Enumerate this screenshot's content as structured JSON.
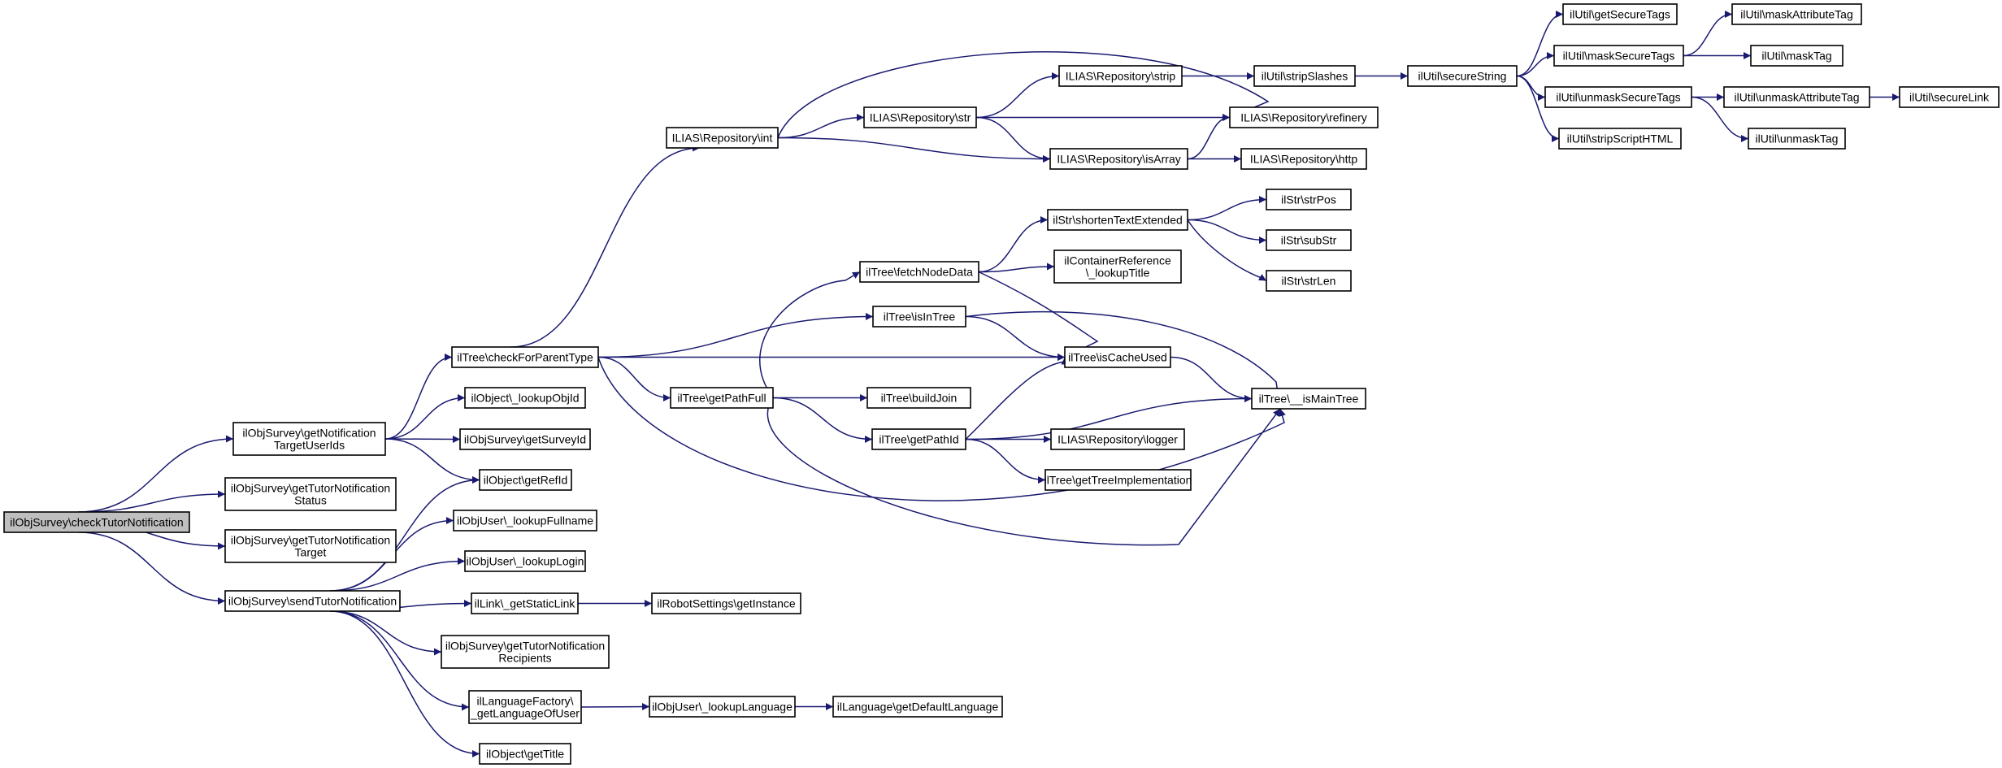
{
  "colors": {
    "edge": "#191970",
    "root_fill": "#bfbfbf",
    "node_fill": "#ffffff",
    "border": "#000000"
  },
  "nodes": [
    {
      "id": "root",
      "lines": [
        "ilObjSurvey\\checkTutorNotification"
      ],
      "root": true
    },
    {
      "id": "getNotifTarget",
      "lines": [
        "ilObjSurvey\\getNotification",
        "TargetUserIds"
      ]
    },
    {
      "id": "getTutorStatus",
      "lines": [
        "ilObjSurvey\\getTutorNotification",
        "Status"
      ]
    },
    {
      "id": "getTutorTarget",
      "lines": [
        "ilObjSurvey\\getTutorNotification",
        "Target"
      ]
    },
    {
      "id": "sendTutor",
      "lines": [
        "ilObjSurvey\\sendTutorNotification"
      ]
    },
    {
      "id": "checkParent",
      "lines": [
        "ilTree\\checkForParentType"
      ]
    },
    {
      "id": "lookupObjId",
      "lines": [
        "ilObject\\_lookupObjId"
      ]
    },
    {
      "id": "getSurveyId",
      "lines": [
        "ilObjSurvey\\getSurveyId"
      ]
    },
    {
      "id": "getRefId",
      "lines": [
        "ilObject\\getRefId"
      ]
    },
    {
      "id": "lookupFullname",
      "lines": [
        "ilObjUser\\_lookupFullname"
      ]
    },
    {
      "id": "lookupLogin",
      "lines": [
        "ilObjUser\\_lookupLogin"
      ]
    },
    {
      "id": "getStaticLink",
      "lines": [
        "ilLink\\_getStaticLink"
      ]
    },
    {
      "id": "getRecipients",
      "lines": [
        "ilObjSurvey\\getTutorNotification",
        "Recipients"
      ]
    },
    {
      "id": "getLangOfUser",
      "lines": [
        "ilLanguageFactory\\",
        "_getLanguageOfUser"
      ]
    },
    {
      "id": "getTitle",
      "lines": [
        "ilObject\\getTitle"
      ]
    },
    {
      "id": "repoInt",
      "lines": [
        "ILIAS\\Repository\\int"
      ]
    },
    {
      "id": "repoStr",
      "lines": [
        "ILIAS\\Repository\\str"
      ]
    },
    {
      "id": "repoStrip",
      "lines": [
        "ILIAS\\Repository\\strip"
      ]
    },
    {
      "id": "repoIsArray",
      "lines": [
        "ILIAS\\Repository\\isArray"
      ]
    },
    {
      "id": "stripSlashes",
      "lines": [
        "ilUtil\\stripSlashes"
      ]
    },
    {
      "id": "repoRefinery",
      "lines": [
        "ILIAS\\Repository\\refinery"
      ]
    },
    {
      "id": "repoHttp",
      "lines": [
        "ILIAS\\Repository\\http"
      ]
    },
    {
      "id": "secureString",
      "lines": [
        "ilUtil\\secureString"
      ]
    },
    {
      "id": "getSecureTags",
      "lines": [
        "ilUtil\\getSecureTags"
      ]
    },
    {
      "id": "maskSecureTags",
      "lines": [
        "ilUtil\\maskSecureTags"
      ]
    },
    {
      "id": "unmaskSecureTags",
      "lines": [
        "ilUtil\\unmaskSecureTags"
      ]
    },
    {
      "id": "stripScriptHTML",
      "lines": [
        "ilUtil\\stripScriptHTML"
      ]
    },
    {
      "id": "maskAttributeTag",
      "lines": [
        "ilUtil\\maskAttributeTag"
      ]
    },
    {
      "id": "maskTag",
      "lines": [
        "ilUtil\\maskTag"
      ]
    },
    {
      "id": "unmaskAttributeTag",
      "lines": [
        "ilUtil\\unmaskAttributeTag"
      ]
    },
    {
      "id": "unmaskTag",
      "lines": [
        "ilUtil\\unmaskTag"
      ]
    },
    {
      "id": "secureLink",
      "lines": [
        "ilUtil\\secureLink"
      ]
    },
    {
      "id": "fetchNodeData",
      "lines": [
        "ilTree\\fetchNodeData"
      ]
    },
    {
      "id": "isInTree",
      "lines": [
        "ilTree\\isInTree"
      ]
    },
    {
      "id": "getPathFull",
      "lines": [
        "ilTree\\getPathFull"
      ]
    },
    {
      "id": "buildJoin",
      "lines": [
        "ilTree\\buildJoin"
      ]
    },
    {
      "id": "getPathId",
      "lines": [
        "ilTree\\getPathId"
      ]
    },
    {
      "id": "shortenText",
      "lines": [
        "ilStr\\shortenTextExtended"
      ]
    },
    {
      "id": "containerRef",
      "lines": [
        "ilContainerReference",
        "\\_lookupTitle"
      ]
    },
    {
      "id": "isCacheUsed",
      "lines": [
        "ilTree\\isCacheUsed"
      ]
    },
    {
      "id": "repoLogger",
      "lines": [
        "ILIAS\\Repository\\logger"
      ]
    },
    {
      "id": "getTreeImpl",
      "lines": [
        "ilTree\\getTreeImplementation"
      ]
    },
    {
      "id": "strPos",
      "lines": [
        "ilStr\\strPos"
      ]
    },
    {
      "id": "subStr",
      "lines": [
        "ilStr\\subStr"
      ]
    },
    {
      "id": "strLen",
      "lines": [
        "ilStr\\strLen"
      ]
    },
    {
      "id": "isMainTree",
      "lines": [
        "ilTree\\__isMainTree"
      ]
    },
    {
      "id": "robotInstance",
      "lines": [
        "ilRobotSettings\\getInstance"
      ]
    },
    {
      "id": "lookupLanguage",
      "lines": [
        "ilObjUser\\_lookupLanguage"
      ]
    },
    {
      "id": "defaultLanguage",
      "lines": [
        "ilLanguage\\getDefaultLanguage"
      ]
    }
  ]
}
